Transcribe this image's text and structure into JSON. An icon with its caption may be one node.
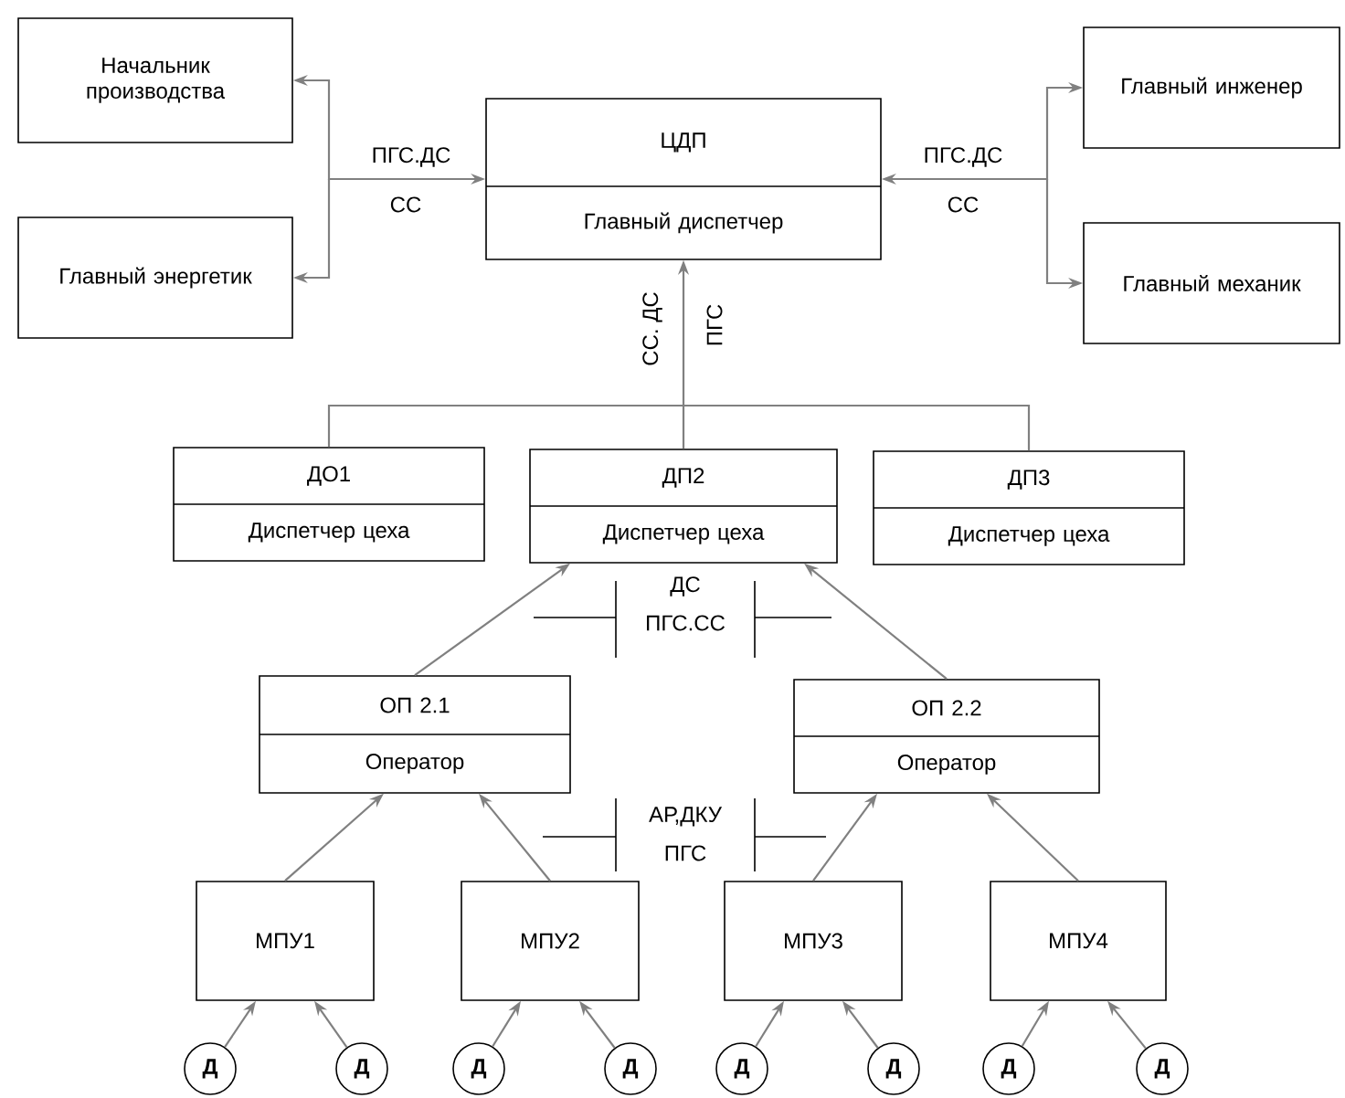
{
  "diagram": {
    "nodes": [
      {
        "text": [
          "Начальник производства"
        ]
      },
      {
        "text": [
          "Главный энергетик"
        ]
      },
      {
        "text": [
          "ЦДП",
          "Главный диспетчер"
        ]
      },
      {
        "text": [
          "Главный инженер"
        ]
      },
      {
        "text": [
          "Главный механик"
        ]
      },
      {
        "text": [
          "ДО1",
          "Диспетчер цеха"
        ]
      },
      {
        "text": [
          "ДП2",
          "Диспетчер цеха"
        ]
      },
      {
        "text": [
          "ДП3",
          "Диспетчер цеха"
        ]
      },
      {
        "text": [
          "ОП 2.1",
          "Оператор"
        ]
      },
      {
        "text": [
          "ОП 2.2",
          "Оператор"
        ]
      },
      {
        "text": [
          "МПУ1"
        ]
      },
      {
        "text": [
          "МПУ2"
        ]
      },
      {
        "text": [
          "МПУ3"
        ]
      },
      {
        "text": [
          "МПУ4"
        ]
      },
      {
        "text": [
          "Д"
        ]
      },
      {
        "text": [
          "Д"
        ]
      },
      {
        "text": [
          "Д"
        ]
      },
      {
        "text": [
          "Д"
        ]
      },
      {
        "text": [
          "Д"
        ]
      },
      {
        "text": [
          "Д"
        ]
      },
      {
        "text": [
          "Д"
        ]
      },
      {
        "text": [
          "Д"
        ]
      }
    ],
    "edges": [
      {
        "from": 0,
        "to": 2,
        "arrow": "both",
        "label": "ПГС.ДС"
      },
      {
        "from": 1,
        "to": 2,
        "arrow": "both"
      },
      {
        "from": 3,
        "to": 2,
        "arrow": "both",
        "label": "ПГС.ДС"
      },
      {
        "from": 4,
        "to": 2,
        "arrow": "both"
      },
      {
        "from": 5,
        "to": 2,
        "arrow": "to"
      },
      {
        "from": 6,
        "to": 2,
        "arrow": "to",
        "label": "СС. ДС"
      },
      {
        "from": 7,
        "to": 2,
        "arrow": "to"
      },
      {
        "from": 8,
        "to": 6,
        "arrow": "to"
      },
      {
        "from": 9,
        "to": 6,
        "arrow": "to"
      },
      {
        "from": 10,
        "to": 8,
        "arrow": "to"
      },
      {
        "from": 11,
        "to": 8,
        "arrow": "to"
      },
      {
        "from": 12,
        "to": 9,
        "arrow": "to"
      },
      {
        "from": 13,
        "to": 9,
        "arrow": "to"
      },
      {
        "from": 14,
        "to": 10,
        "arrow": "to"
      },
      {
        "from": 15,
        "to": 10,
        "arrow": "to"
      },
      {
        "from": 16,
        "to": 11,
        "arrow": "to"
      },
      {
        "from": 17,
        "to": 11,
        "arrow": "to"
      },
      {
        "from": 18,
        "to": 12,
        "arrow": "to"
      },
      {
        "from": 19,
        "to": 12,
        "arrow": "to"
      },
      {
        "from": 20,
        "to": 13,
        "arrow": "to"
      },
      {
        "from": 21,
        "to": 13,
        "arrow": "to"
      }
    ],
    "labels": [
      "СС",
      "СС",
      "ПГС",
      "ДС",
      "ПГС.СС",
      "АР,ДКУ",
      "ПГС"
    ]
  }
}
